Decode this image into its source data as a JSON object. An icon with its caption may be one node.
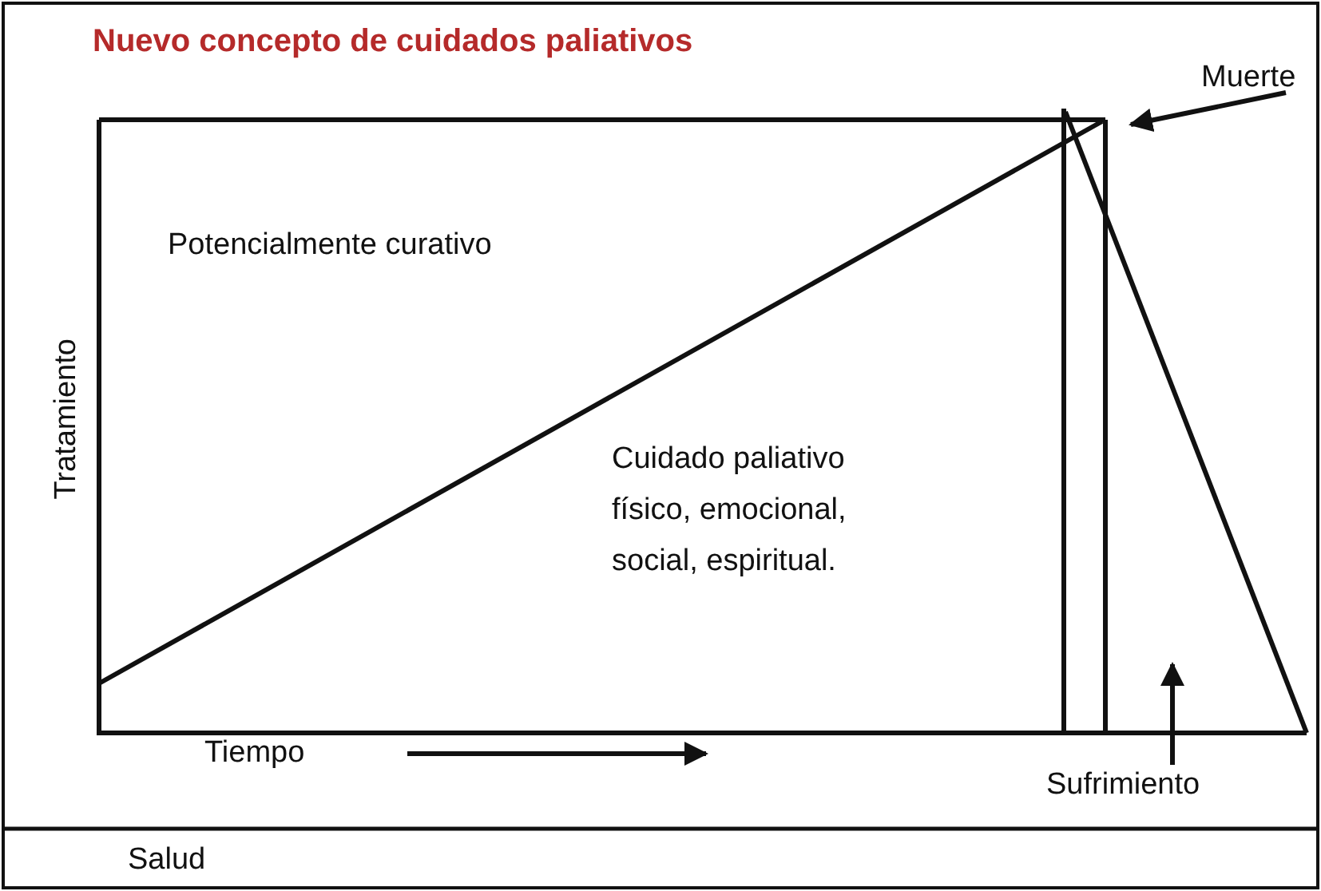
{
  "diagram": {
    "title": "Nuevo concepto de cuidados paliativos",
    "nodes": [
      {
        "text": [
          "Muerte"
        ]
      },
      {
        "text": [
          "Sufrimiento"
        ]
      }
    ],
    "edges": [
      {
        "from": 0,
        "to": null,
        "arrow": "to"
      },
      {
        "from": 1,
        "to": null,
        "arrow": "to"
      }
    ],
    "labels": [
      "Potencialmente curativo",
      "Cuidado paliativo físico, emocional, social, espiritual.",
      "Tratamiento",
      "Tiempo",
      "Salud"
    ]
  }
}
